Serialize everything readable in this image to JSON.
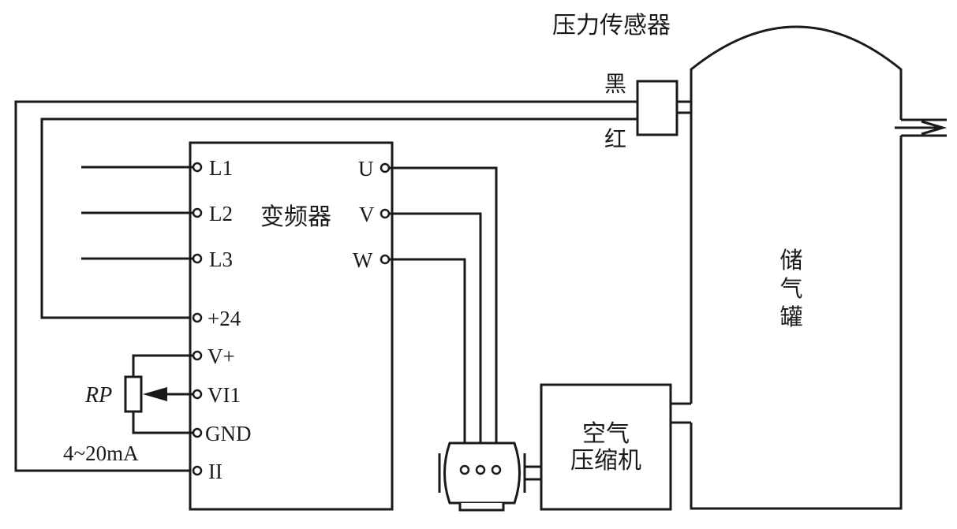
{
  "labels": {
    "pressure_sensor": "压力传感器",
    "black_wire": "黑",
    "red_wire": "红",
    "inverter": "变频器",
    "tank": [
      "储",
      "气",
      "罐"
    ],
    "compressor_line1": "空气",
    "compressor_line2": "压缩机",
    "potentiometer": "RP",
    "current_signal": "4~20mA"
  },
  "inverter_left_terminals": [
    "L1",
    "L2",
    "L3",
    "+24",
    "V+",
    "VI1",
    "GND",
    "II"
  ],
  "inverter_right_terminals": [
    "U",
    "V",
    "W"
  ]
}
